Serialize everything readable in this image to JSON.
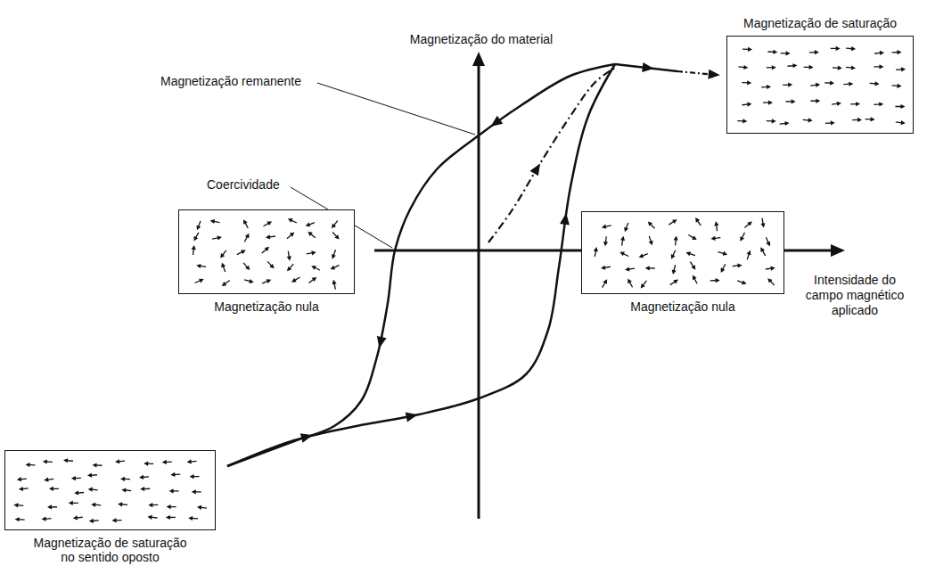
{
  "diagram": {
    "nodes": [
      {
        "text": [
          "Magnetização de saturação"
        ]
      },
      {
        "text": [
          "Magnetização nula"
        ]
      },
      {
        "text": [
          "Magnetização nula"
        ]
      },
      {
        "text": [
          "Magnetização de saturação no sentido oposto"
        ]
      }
    ],
    "labels": [
      "Magnetização do material",
      "Magnetização remanente",
      "Coercividade",
      "Intensidade do campo magnético aplicado"
    ]
  }
}
